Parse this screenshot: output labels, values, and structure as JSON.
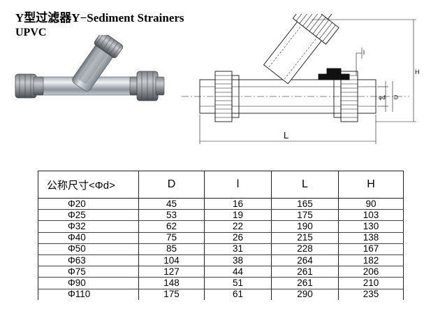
{
  "header": {
    "title": "Y型过滤器Y−Sediment Strainers",
    "subtitle": "UPVC"
  },
  "drawing": {
    "dim_l_small": "l",
    "dim_h": "H",
    "dim_d": "D",
    "dim_phid": "φd",
    "dim_L": "L"
  },
  "table": {
    "headers": [
      "公称尺寸<Φd>",
      "D",
      "l",
      "L",
      "H"
    ],
    "rows": [
      [
        "Φ20",
        "45",
        "16",
        "165",
        "90"
      ],
      [
        "Φ25",
        "53",
        "19",
        "175",
        "103"
      ],
      [
        "Φ32",
        "62",
        "22",
        "190",
        "130"
      ],
      [
        "Φ40",
        "75",
        "26",
        "215",
        "138"
      ],
      [
        "Φ50",
        "85",
        "31",
        "228",
        "167"
      ],
      [
        "Φ63",
        "104",
        "38",
        "264",
        "182"
      ],
      [
        "Φ75",
        "127",
        "44",
        "261",
        "206"
      ],
      [
        "Φ90",
        "148",
        "51",
        "261",
        "210"
      ],
      [
        "Φ110",
        "175",
        "61",
        "290",
        "235"
      ]
    ]
  }
}
